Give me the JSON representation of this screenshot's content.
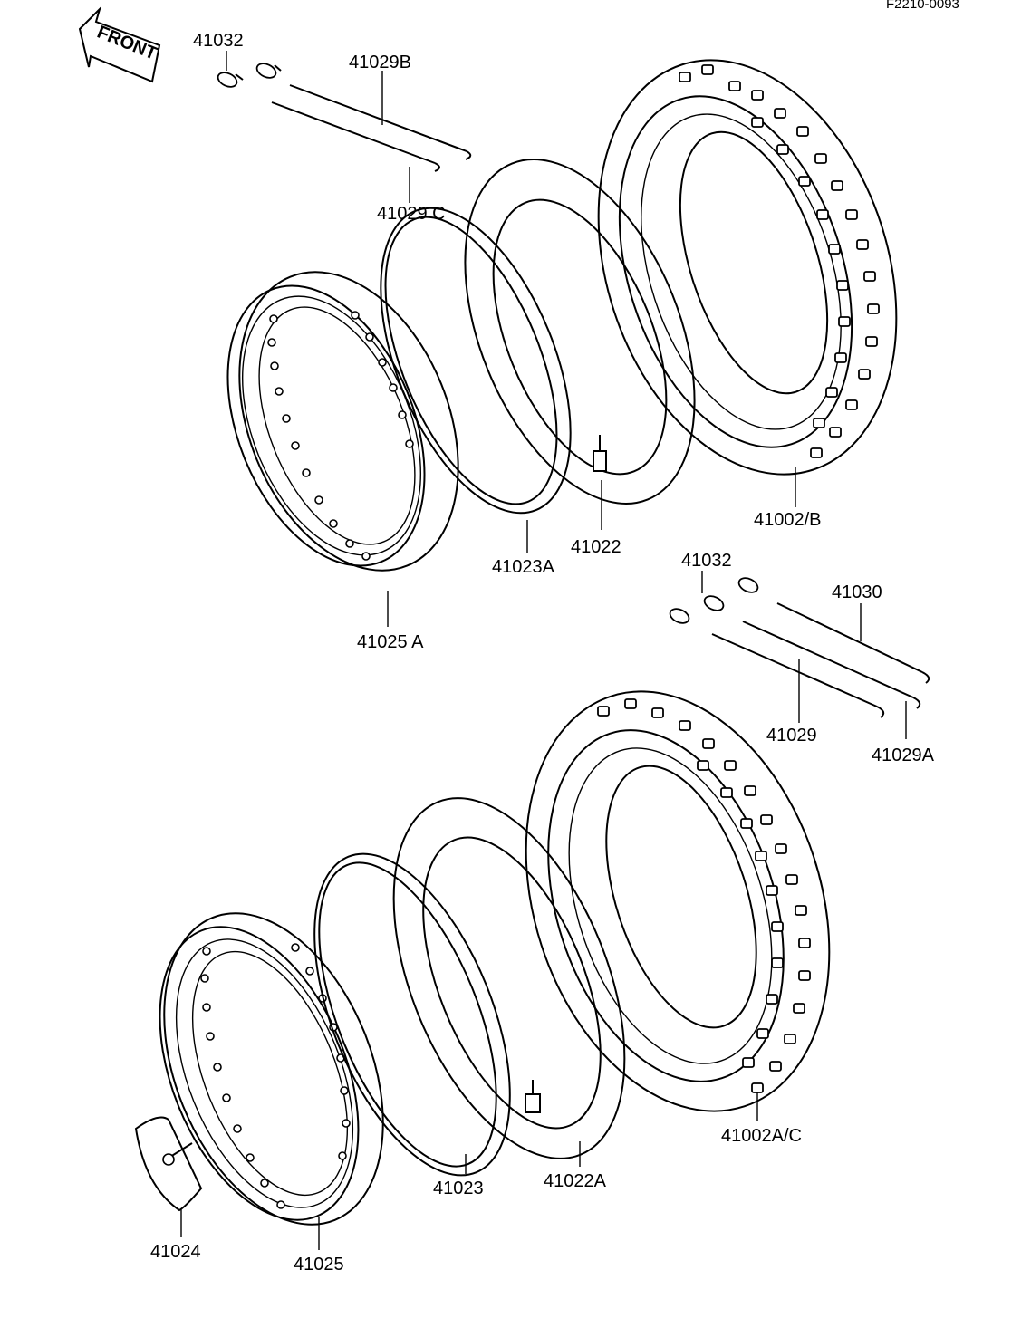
{
  "diagram": {
    "code": "F2210-0093",
    "front_arrow": "FRONT",
    "parts": {
      "p41032_top": "41032",
      "p41029B": "41029B",
      "p41029C": "41029 C",
      "p41022": "41022",
      "p41023A": "41023A",
      "p41002B": "41002/B",
      "p41025A": "41025 A",
      "p41032_mid": "41032",
      "p41030": "41030",
      "p41029": "41029",
      "p41029A": "41029A",
      "p41002AC": "41002A/C",
      "p41023": "41023",
      "p41022A": "41022A",
      "p41024": "41024",
      "p41025": "41025"
    }
  }
}
